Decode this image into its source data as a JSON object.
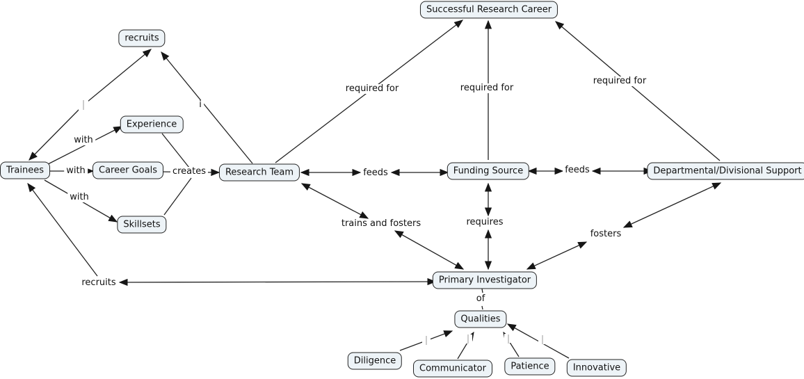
{
  "diagram": {
    "type": "concept-map",
    "nodes": {
      "successful_research_career": "Successful Research Career",
      "recruits": "recruits",
      "experience": "Experience",
      "trainees": "Trainees",
      "career_goals": "Career Goals",
      "skillsets": "Skillsets",
      "research_team": "Research Team",
      "funding_source": "Funding Source",
      "departmental_support": "Departmental/Divisional Support",
      "primary_investigator": "Primary Investigator",
      "qualities": "Qualities",
      "diligence": "Diligence",
      "communicator": "Communicator",
      "patience": "Patience",
      "innovative": "Innovative"
    },
    "edge_labels": {
      "with_experience": "with",
      "with_career_goals": "with",
      "with_skillsets": "with",
      "creates": "creates",
      "i": "i",
      "required_for_research_team": "required for",
      "required_for_funding": "required for",
      "required_for_dept": "required for",
      "feeds_left": "feeds",
      "feeds_right": "feeds",
      "trains_and_fosters": "trains and fosters",
      "requires": "requires",
      "fosters": "fosters",
      "recruits_bottom": "recruits",
      "of": "of"
    },
    "edges": [
      {
        "from": "Trainees",
        "to": "recruits",
        "label": "",
        "arrows": "both"
      },
      {
        "from": "Research Team",
        "to": "recruits",
        "label": "i",
        "arrows": "to"
      },
      {
        "from": "Trainees",
        "to": "Experience",
        "label": "with",
        "arrows": "to"
      },
      {
        "from": "Trainees",
        "to": "Career Goals",
        "label": "with",
        "arrows": "to"
      },
      {
        "from": "Trainees",
        "to": "Skillsets",
        "label": "with",
        "arrows": "to"
      },
      {
        "from": "Career Goals",
        "to": "Research Team",
        "label": "creates",
        "arrows": "to"
      },
      {
        "from": "Experience",
        "to": "Research Team",
        "label": "creates",
        "arrows": "none"
      },
      {
        "from": "Skillsets",
        "to": "Research Team",
        "label": "creates",
        "arrows": "none"
      },
      {
        "from": "Research Team",
        "to": "Successful Research Career",
        "label": "required for",
        "arrows": "to"
      },
      {
        "from": "Funding Source",
        "to": "Successful Research Career",
        "label": "required for",
        "arrows": "to"
      },
      {
        "from": "Departmental/Divisional Support",
        "to": "Successful Research Career",
        "label": "required for",
        "arrows": "to"
      },
      {
        "from": "Research Team",
        "to": "Funding Source",
        "label": "feeds",
        "arrows": "both"
      },
      {
        "from": "Funding Source",
        "to": "Departmental/Divisional Support",
        "label": "feeds",
        "arrows": "both"
      },
      {
        "from": "Funding Source",
        "to": "Primary Investigator",
        "label": "requires",
        "arrows": "both"
      },
      {
        "from": "Research Team",
        "to": "Primary Investigator",
        "label": "trains and fosters",
        "arrows": "both"
      },
      {
        "from": "Primary Investigator",
        "to": "Departmental/Divisional Support",
        "label": "fosters",
        "arrows": "both"
      },
      {
        "from": "Primary Investigator",
        "to": "Trainees",
        "label": "recruits",
        "arrows": "both-at-pi-then-to-trainees"
      },
      {
        "from": "Primary Investigator",
        "to": "Qualities",
        "label": "of",
        "arrows": "none"
      },
      {
        "from": "Diligence",
        "to": "Qualities",
        "label": "",
        "arrows": "to"
      },
      {
        "from": "Communicator",
        "to": "Qualities",
        "label": "",
        "arrows": "to"
      },
      {
        "from": "Patience",
        "to": "Qualities",
        "label": "",
        "arrows": "to"
      },
      {
        "from": "Innovative",
        "to": "Qualities",
        "label": "",
        "arrows": "to"
      }
    ],
    "colors": {
      "background": "#ffffff",
      "node_fill": "#edf3f7",
      "node_border": "#232323",
      "line": "#222222",
      "tick": "#bbbbbb",
      "text": "#111111"
    }
  }
}
